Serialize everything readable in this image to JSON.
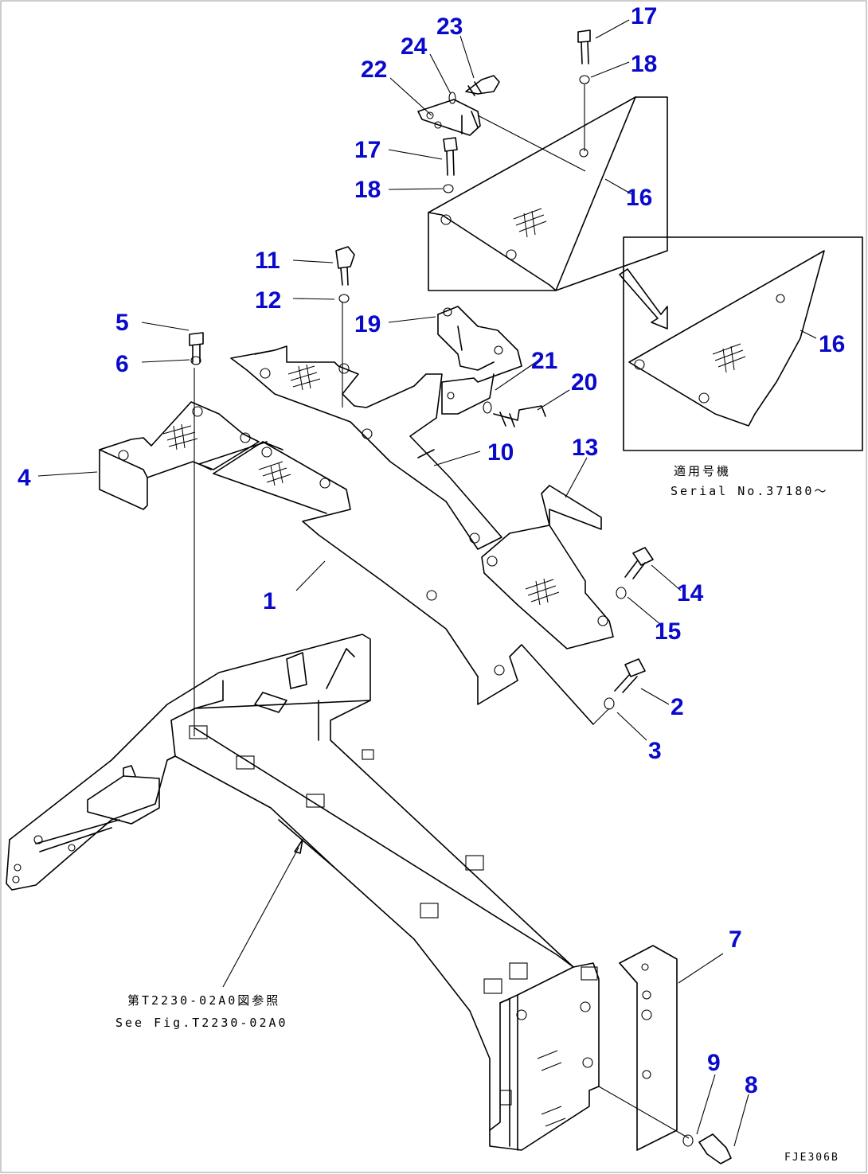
{
  "callouts": [
    {
      "num": "1"
    },
    {
      "num": "2"
    },
    {
      "num": "3"
    },
    {
      "num": "4"
    },
    {
      "num": "5"
    },
    {
      "num": "6"
    },
    {
      "num": "7"
    },
    {
      "num": "8"
    },
    {
      "num": "9"
    },
    {
      "num": "10"
    },
    {
      "num": "11"
    },
    {
      "num": "12"
    },
    {
      "num": "13"
    },
    {
      "num": "14"
    },
    {
      "num": "15"
    },
    {
      "num": "16"
    },
    {
      "num": "16"
    },
    {
      "num": "17"
    },
    {
      "num": "17"
    },
    {
      "num": "18"
    },
    {
      "num": "18"
    },
    {
      "num": "19"
    },
    {
      "num": "20"
    },
    {
      "num": "21"
    },
    {
      "num": "22"
    },
    {
      "num": "23"
    },
    {
      "num": "24"
    }
  ],
  "notes": {
    "applicability_jp": "適用号機",
    "applicability_serial": "Serial No.37180～",
    "reference_jp": "第T2230-02A0図参照",
    "reference_en": "See Fig.T2230-02A0",
    "drawing_code": "FJE306B"
  }
}
